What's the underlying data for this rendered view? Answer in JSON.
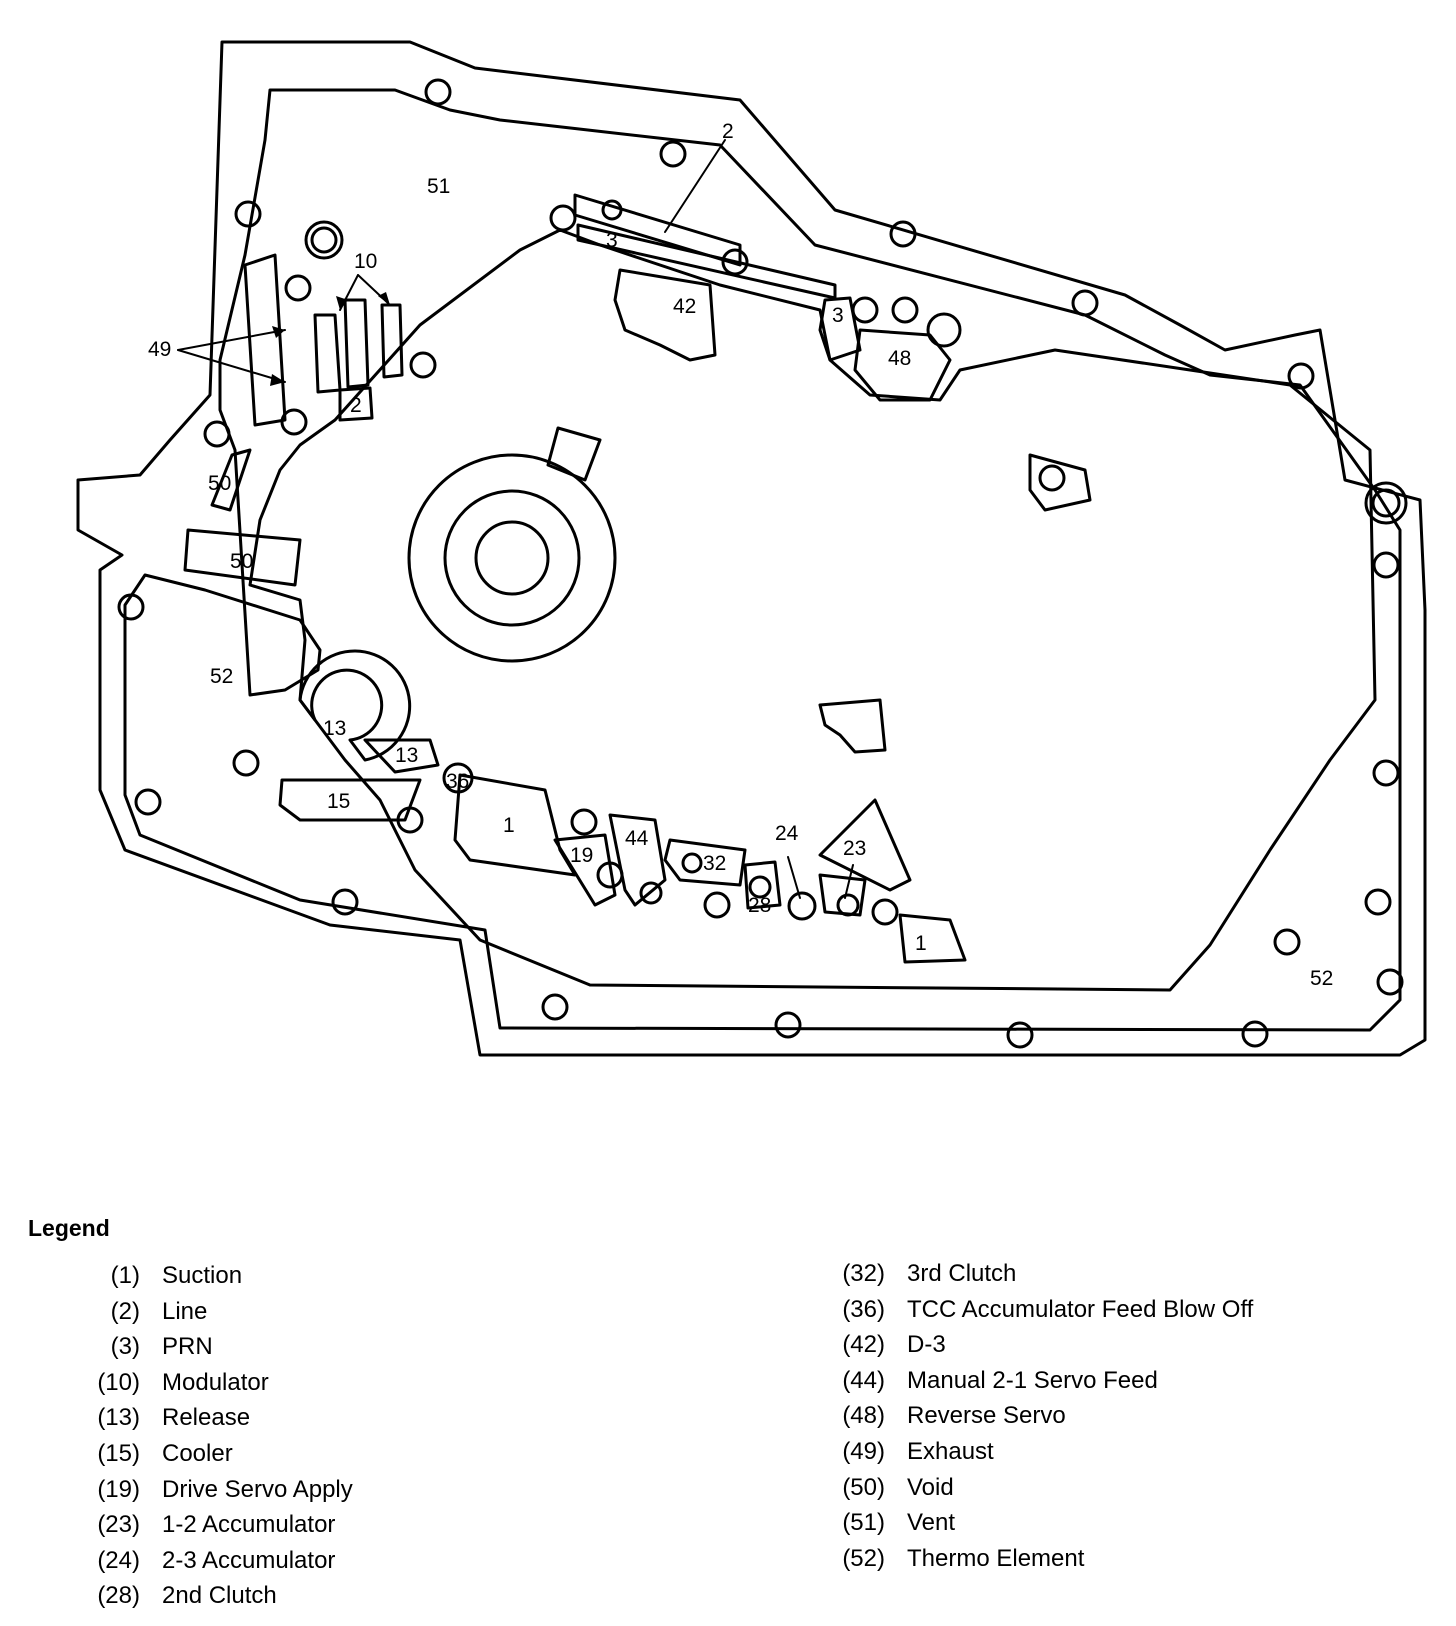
{
  "labels": {
    "l51": "51",
    "l2_top": "2",
    "l3_top": "3",
    "l10": "10",
    "l49": "49",
    "l42": "42",
    "l3_right": "3",
    "l48": "48",
    "l2_left": "2",
    "l50_a": "50",
    "l50_b": "50",
    "l52_left": "52",
    "l13_a": "13",
    "l13_b": "13",
    "l36": "36",
    "l15": "15",
    "l1_a": "1",
    "l19": "19",
    "l44": "44",
    "l32": "32",
    "l24": "24",
    "l23": "23",
    "l28": "28",
    "l1_b": "1",
    "l52_right": "52"
  },
  "legend": {
    "title": "Legend",
    "left": [
      {
        "code": "(1)",
        "label": "Suction"
      },
      {
        "code": "(2)",
        "label": "Line"
      },
      {
        "code": "(3)",
        "label": "PRN"
      },
      {
        "code": "(10)",
        "label": "Modulator"
      },
      {
        "code": "(13)",
        "label": "Release"
      },
      {
        "code": "(15)",
        "label": "Cooler"
      },
      {
        "code": "(19)",
        "label": "Drive Servo Apply"
      },
      {
        "code": "(23)",
        "label": "1-2 Accumulator"
      },
      {
        "code": "(24)",
        "label": "2-3 Accumulator"
      },
      {
        "code": "(28)",
        "label": "2nd Clutch"
      }
    ],
    "right": [
      {
        "code": "(32)",
        "label": "3rd Clutch"
      },
      {
        "code": "(36)",
        "label": "TCC Accumulator Feed Blow Off"
      },
      {
        "code": "(42)",
        "label": "D-3"
      },
      {
        "code": "(44)",
        "label": "Manual 2-1 Servo Feed"
      },
      {
        "code": "(48)",
        "label": "Reverse Servo"
      },
      {
        "code": "(49)",
        "label": "Exhaust"
      },
      {
        "code": "(50)",
        "label": "Void"
      },
      {
        "code": "(51)",
        "label": "Vent"
      },
      {
        "code": "(52)",
        "label": "Thermo Element"
      }
    ]
  }
}
